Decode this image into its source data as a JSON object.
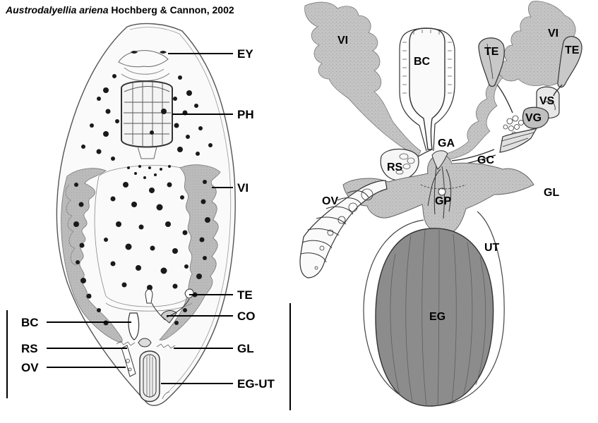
{
  "caption": {
    "species": "Austrodalyellia ariena",
    "authors": "Hochberg & Cannon, 2002"
  },
  "left_labels": {
    "ey": "EY",
    "ph": "PH",
    "vi": "VI",
    "te": "TE",
    "co": "CO",
    "gl": "GL",
    "eg_ut": "EG-UT",
    "bc": "BC",
    "rs": "RS",
    "ov": "OV"
  },
  "right_labels": {
    "vi_left": "VI",
    "vi_right": "VI",
    "bc": "BC",
    "te_left": "TE",
    "te_right": "TE",
    "vs": "VS",
    "vg": "VG",
    "ga": "GA",
    "gc": "GC",
    "rs": "RS",
    "gp": "GP",
    "gl": "GL",
    "ov": "OV",
    "ut": "UT",
    "eg": "EG"
  },
  "colors": {
    "vitellaria": "#bdbdbd",
    "egg": "#8c8c8c",
    "outline": "#333333",
    "dots": "#1a1a1a"
  }
}
